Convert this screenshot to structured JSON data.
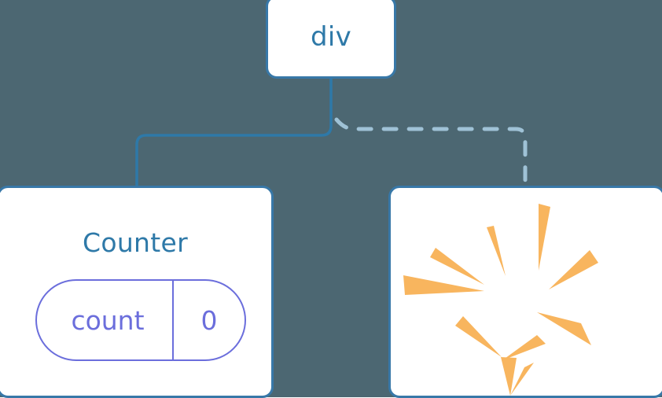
{
  "diagram": {
    "background_color": "#4c6772",
    "node_border_color": "#3878a8",
    "node_fill_color": "#ffffff",
    "title_color": "#2e79a8",
    "state_color": "#6b6edc",
    "sparkle_color": "#f8b55e",
    "solid_edge_color": "#2e79a8",
    "dashed_edge_color": "#9fc2d6"
  },
  "nodes": {
    "root": {
      "label": "div"
    },
    "counter": {
      "label": "Counter",
      "state": {
        "key": "count",
        "value": "0"
      }
    },
    "sparkle": {
      "label": "",
      "icon": "sparkle-burst-icon",
      "ray_count": 10
    }
  },
  "edges": [
    {
      "name": "div-to-counter",
      "from": "div",
      "to": "Counter",
      "style": "solid"
    },
    {
      "name": "div-to-sparkle",
      "from": "div",
      "to": "sparkle",
      "style": "dashed"
    }
  ]
}
